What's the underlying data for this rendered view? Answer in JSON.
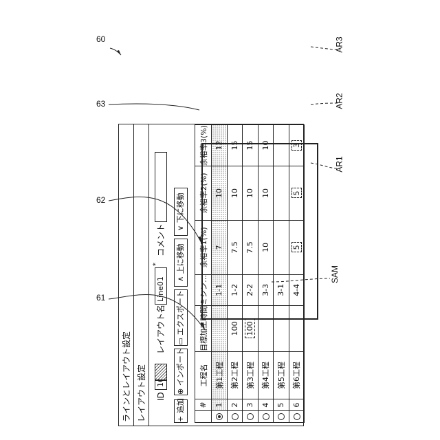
{
  "window": {
    "title": "ラインとレイアウト設定",
    "section": "レイアウト設定"
  },
  "form": {
    "id_label": "ID",
    "id_value": "16",
    "layout_name_label": "レイアウト名",
    "layout_name_value": "Line01",
    "required_mark": "*",
    "comment_label": "コメント",
    "comment_value": ""
  },
  "toolbar": {
    "add": "+ 追加",
    "import": "インポート",
    "export": "エクスポート",
    "move_up": "上に移動",
    "move_down": "下に移動"
  },
  "table": {
    "headers": [
      "#",
      "工程名",
      "目標加工時間",
      "ミシン…",
      "余裕率1(%)",
      "余裕率2(%)",
      "余裕率3(%)"
    ],
    "rows": [
      {
        "no": "1",
        "name": "第1工程",
        "target": "",
        "machine": "1-1",
        "m1": "7",
        "m2": "10",
        "m3": "12",
        "selected": true
      },
      {
        "no": "2",
        "name": "第2工程",
        "target": "100",
        "machine": "1-2",
        "m1": "7.5",
        "m2": "10",
        "m3": "15",
        "selected": false
      },
      {
        "no": "3",
        "name": "第3工程",
        "target": "100",
        "machine": "2-2",
        "m1": "7.5",
        "m2": "10",
        "m3": "15",
        "selected": false
      },
      {
        "no": "4",
        "name": "第4工程",
        "target": "",
        "machine": "3-3",
        "m1": "10",
        "m2": "10",
        "m3": "10",
        "selected": false
      },
      {
        "no": "5",
        "name": "第5工程",
        "target": "",
        "machine": "3-1",
        "m1": "",
        "m2": "",
        "m3": "",
        "selected": false
      },
      {
        "no": "6",
        "name": "第6工程",
        "target": "",
        "machine": "4-4",
        "m1": "5",
        "m2": "5",
        "m3": "3",
        "selected": false
      }
    ]
  },
  "annotations": {
    "ref_60": "60",
    "ref_61": "61",
    "ref_62": "62",
    "ref_63": "63",
    "sam": "SAM",
    "ar1": "AR1",
    "ar2": "AR2",
    "ar3": "AR3"
  }
}
